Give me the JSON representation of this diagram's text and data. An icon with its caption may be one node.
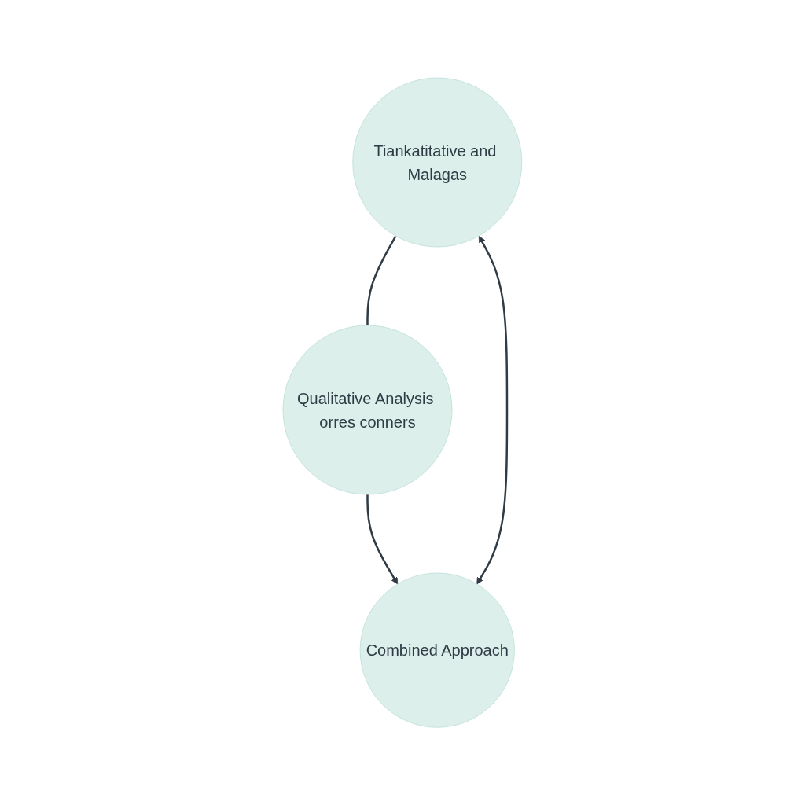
{
  "diagram": {
    "nodes": [
      {
        "text": [
          "Tiankatitative and Malagas"
        ]
      },
      {
        "text": [
          "Qualitative Analysis orres conners"
        ]
      },
      {
        "text": [
          "Combined Approach"
        ]
      }
    ],
    "edges": [
      {
        "from": 0,
        "to": 1,
        "arrow": "none"
      },
      {
        "from": 1,
        "to": 2,
        "arrow": "to"
      },
      {
        "from": 0,
        "to": 2,
        "arrow": "both"
      }
    ]
  }
}
